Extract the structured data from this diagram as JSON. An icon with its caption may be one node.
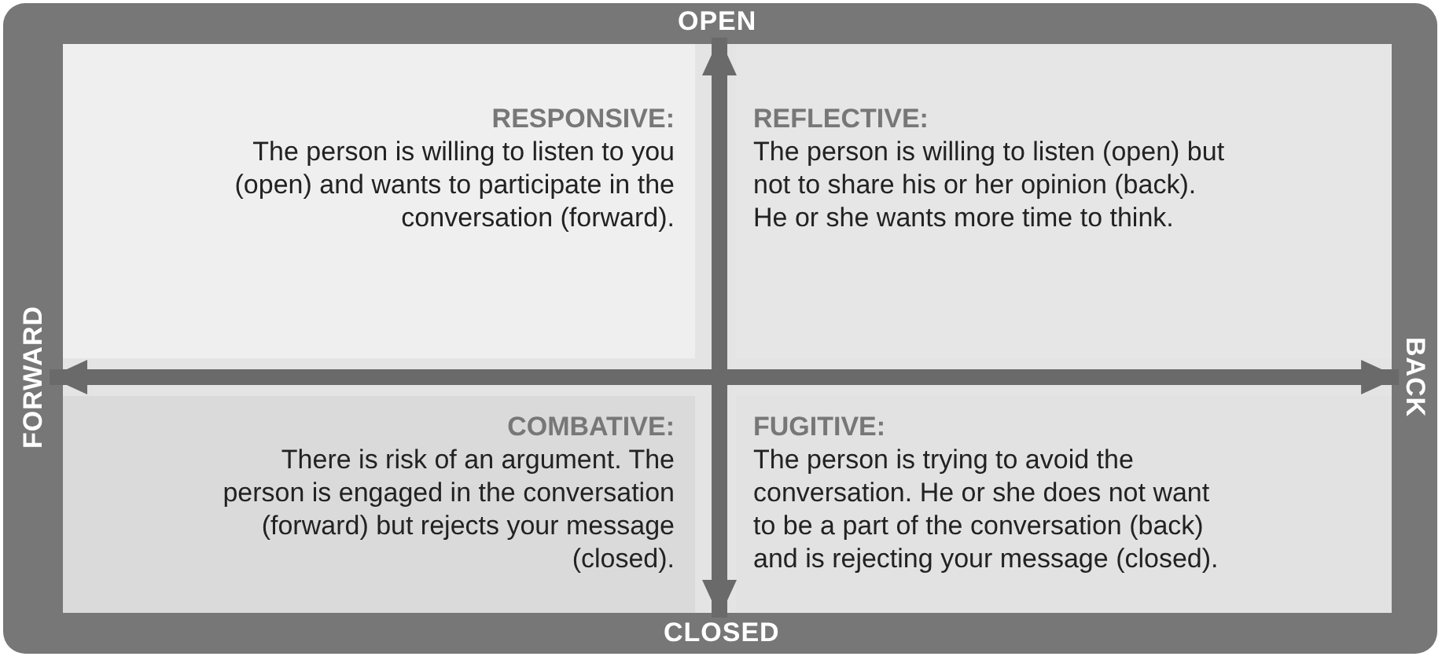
{
  "diagram": {
    "nodes": [
      {
        "text": [
          "RESPONSIVE:",
          "The person is willing to listen to you (open) and wants to participate in the conversation (forward)."
        ]
      },
      {
        "text": [
          "REFLECTIVE:",
          "The person is willing to listen (open) but not to share his or her opinion (back). He or she wants more time to think."
        ]
      },
      {
        "text": [
          "COMBATIVE:",
          "There is risk of an argument. The person is engaged in the conversation (forward) but rejects your message (closed)."
        ]
      },
      {
        "text": [
          "FUGITIVE:",
          "The person is trying to avoid the conversation. He or she does not want to be a part of the conversation (back) and is rejecting your message (closed)."
        ]
      },
      {
        "text": [
          "OPEN"
        ]
      },
      {
        "text": [
          "CLOSED"
        ]
      },
      {
        "text": [
          "FORWARD"
        ]
      },
      {
        "text": [
          "BACK"
        ]
      }
    ],
    "edges": [
      {
        "from": 4,
        "to": 5,
        "arrow": "both"
      },
      {
        "from": 6,
        "to": 7,
        "arrow": "both"
      }
    ]
  }
}
